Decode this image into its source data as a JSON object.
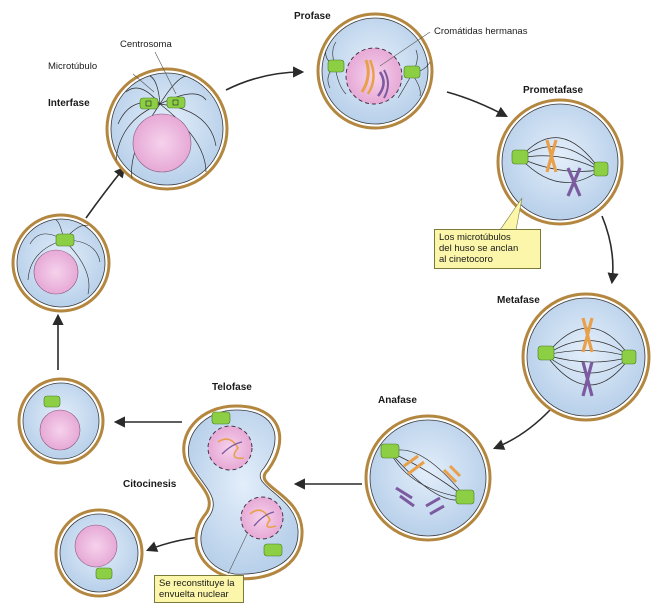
{
  "stages": {
    "interfase": "Interfase",
    "profase": "Profase",
    "prometafase": "Prometafase",
    "metafase": "Metafase",
    "anafase": "Anafase",
    "telofase": "Telofase",
    "citocinesis": "Citocinesis"
  },
  "labels": {
    "centrosoma": "Centrosoma",
    "microtubulo": "Microtúbulo",
    "cromatidas": "Cromátidas hermanas"
  },
  "notes": {
    "cinetocoro": [
      "Los microtúbulos",
      "del huso se anclan",
      "al cinetocoro"
    ],
    "envoltura": [
      "Se reconstituye la",
      "envuelta nuclear"
    ]
  },
  "colors": {
    "cell_fill": "#cddff2",
    "cell_ring": "#b3873f",
    "nucleus": "#ecb8e0",
    "centrosome": "#8ccf45",
    "chrom_orange": "#e9a04a",
    "chrom_purple": "#7c5aa0",
    "note_bg": "#fbf6a9"
  }
}
